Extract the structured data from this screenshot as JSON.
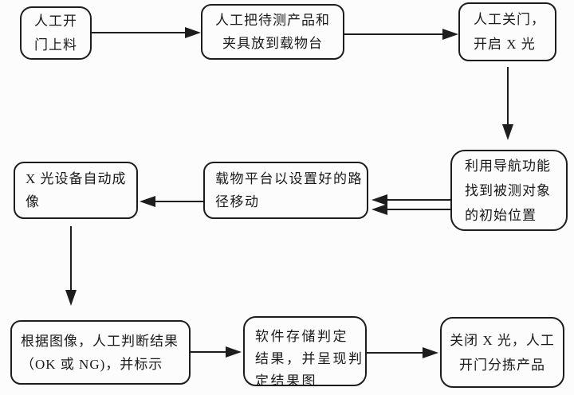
{
  "meta": {
    "type": "flowchart",
    "background_color": "#fcfcfc",
    "ink_color": "#1d1d1d"
  },
  "diagram": {
    "nodes": [
      {
        "id": "load",
        "lines": [
          "人工开",
          "门上料"
        ]
      },
      {
        "id": "place",
        "lines": [
          "人工把待测产品和",
          "夹具放到载物台"
        ]
      },
      {
        "id": "close_door",
        "lines": [
          "人工关门，",
          "开启 X 光"
        ]
      },
      {
        "id": "navigate",
        "lines": [
          "利用导航功能",
          "找到被测对象",
          "的初始位置"
        ]
      },
      {
        "id": "stage_move",
        "lines": [
          "载物平台以设置好的路",
          "径移动"
        ]
      },
      {
        "id": "imaging",
        "lines": [
          "X 光设备自动成",
          "像"
        ]
      },
      {
        "id": "judge",
        "lines": [
          "根据图像，人工判断结果",
          "（OK 或 NG)，并标示"
        ]
      },
      {
        "id": "store",
        "lines": [
          "软件存储判定",
          "结果，并呈现判",
          "定结果图"
        ]
      },
      {
        "id": "sort",
        "lines": [
          "关闭 X 光，人工",
          "开门分拣产品"
        ]
      }
    ],
    "edges": [
      {
        "from": "load",
        "to": "place",
        "direction": "right",
        "style": "single"
      },
      {
        "from": "place",
        "to": "close_door",
        "direction": "right",
        "style": "single"
      },
      {
        "from": "close_door",
        "to": "navigate",
        "direction": "down",
        "style": "single"
      },
      {
        "from": "navigate",
        "to": "stage_move",
        "direction": "left",
        "style": "double"
      },
      {
        "from": "stage_move",
        "to": "imaging",
        "direction": "left",
        "style": "single"
      },
      {
        "from": "imaging",
        "to": "judge",
        "direction": "down",
        "style": "single"
      },
      {
        "from": "judge",
        "to": "store",
        "direction": "right",
        "style": "single"
      },
      {
        "from": "store",
        "to": "sort",
        "direction": "right",
        "style": "single"
      }
    ]
  }
}
